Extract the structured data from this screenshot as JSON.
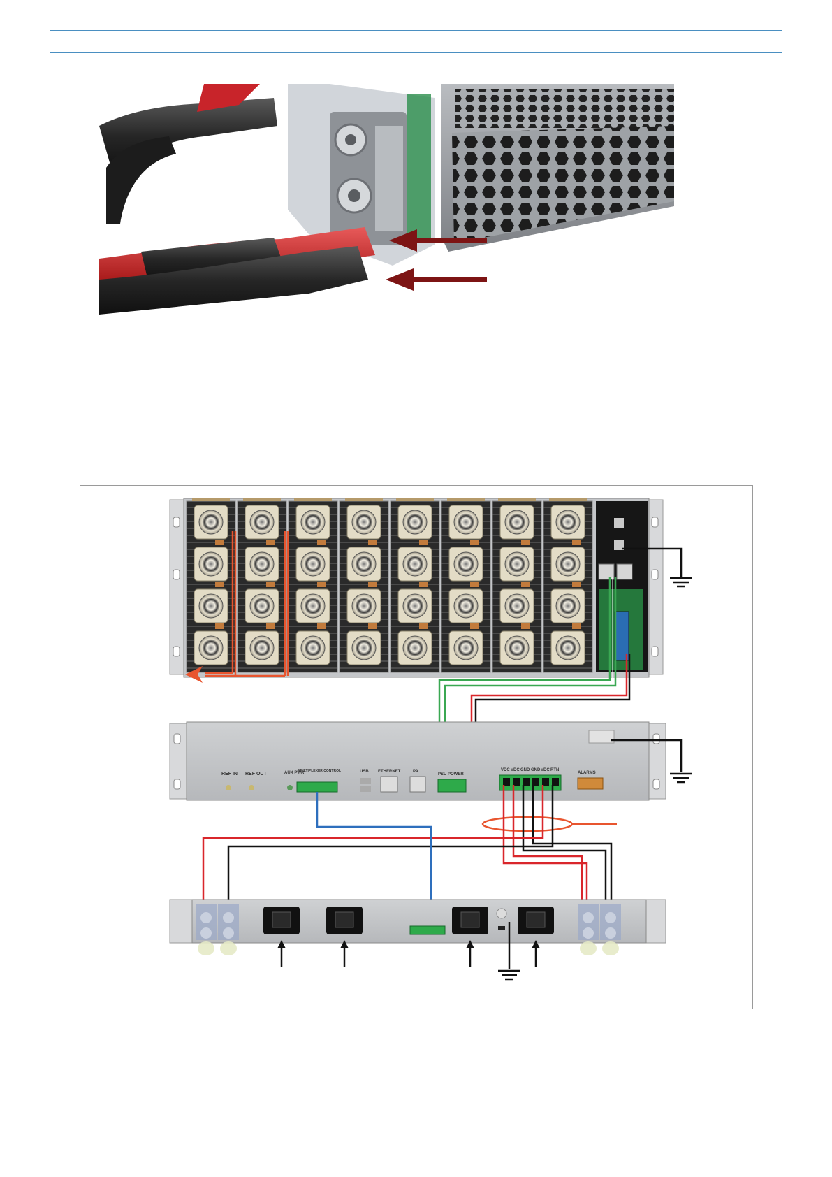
{
  "diagram": {
    "panel_labels": {
      "ref_in": "REF IN",
      "ref_out": "REF OUT",
      "aux_pwr": "AUX PWR",
      "multiplexer_control": "MULTIPLEXER CONTROL",
      "usb": "USB",
      "ethernet": "ETHERNET",
      "pa_port": "PA",
      "psu_power": "PSU POWER",
      "vdc_1": "VDC",
      "vdc_2": "VDC",
      "gnd_1": "GND",
      "gnd_2": "GND",
      "vdc_3": "VDC",
      "rtn": "RTN",
      "alarms": "ALARMS"
    }
  },
  "colors": {
    "rule": "#4a8fc1",
    "cable_red": "#d9262b",
    "cable_black": "#111111",
    "cable_green": "#3aa852",
    "cable_blue": "#2e6fbd",
    "rf_orange": "#e8552f",
    "arrow_dark_red": "#7d1414",
    "connector_green": "#2eaa4a"
  }
}
